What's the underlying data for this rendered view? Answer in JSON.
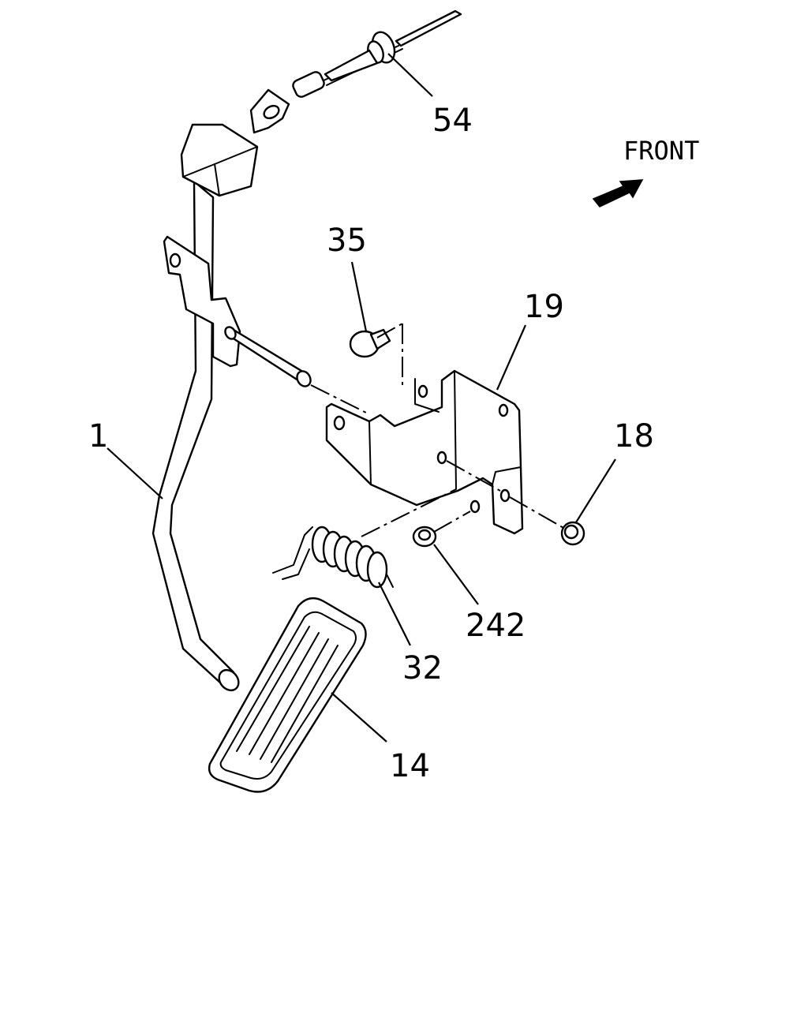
{
  "direction_label": "FRONT",
  "callouts": {
    "pedal_arm": "1",
    "pedal_pad": "14",
    "nut": "18",
    "bracket": "19",
    "spring": "32",
    "stopper": "35",
    "cable": "54",
    "flange_nut": "242"
  },
  "colors": {
    "line": "#000000",
    "background": "#ffffff"
  }
}
